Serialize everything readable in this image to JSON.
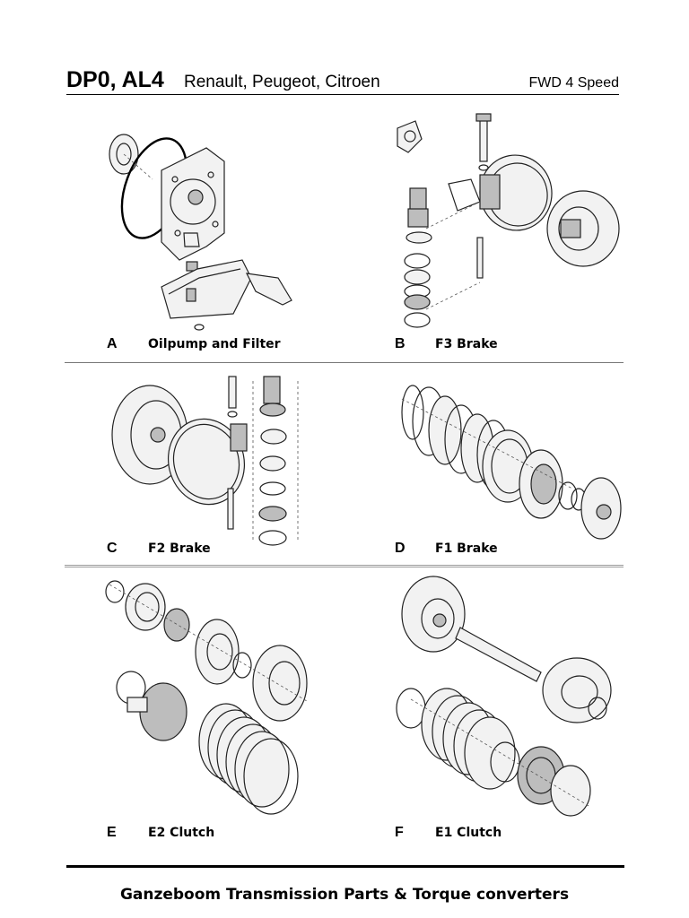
{
  "header": {
    "model": "DP0, AL4",
    "makes": "Renault, Peugeot, Citroen",
    "spec": "FWD 4 Speed"
  },
  "panels": [
    {
      "letter": "A",
      "caption": "Oilpump and Filter"
    },
    {
      "letter": "B",
      "caption": "F3 Brake"
    },
    {
      "letter": "C",
      "caption": "F2 Brake"
    },
    {
      "letter": "D",
      "caption": "F1 Brake"
    },
    {
      "letter": "E",
      "caption": "E2 Clutch"
    },
    {
      "letter": "F",
      "caption": "E1 Clutch"
    }
  ],
  "footer": {
    "text": "Ganzeboom Transmission Parts & Torque converters"
  }
}
